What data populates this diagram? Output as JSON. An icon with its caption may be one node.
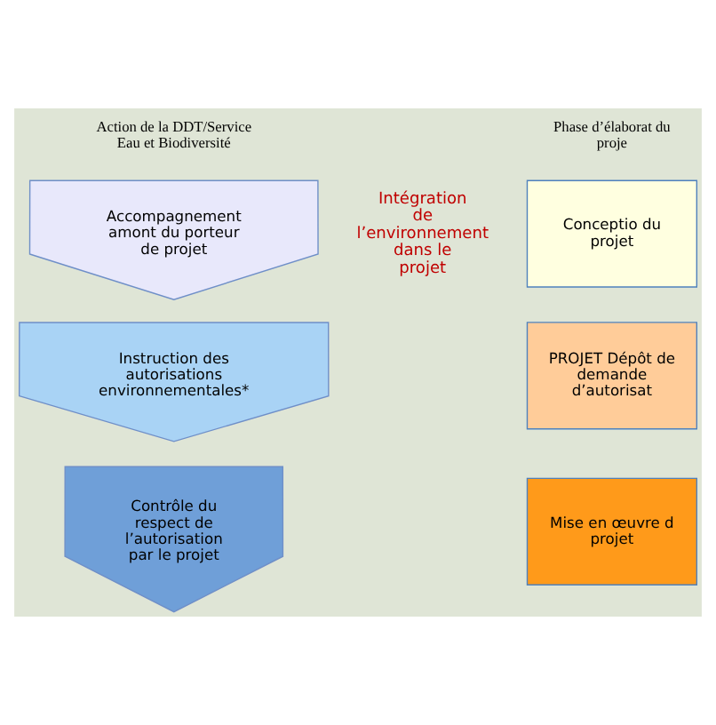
{
  "diagram": {
    "nodes": [
      {
        "text": [
          "Accompagnement amont du porteur de projet"
        ]
      },
      {
        "text": [
          "Instruction des autorisations environnementales*"
        ]
      },
      {
        "text": [
          "Contrôle du respect de l’autorisation par le projet"
        ]
      },
      {
        "text": [
          "Conceptio du projet"
        ]
      },
      {
        "text": [
          "PROJET Dépôt de demande d’autorisat"
        ]
      },
      {
        "text": [
          "Mise en œuvre d projet"
        ]
      }
    ],
    "edges": [],
    "labels": [
      "Action de la DDT/Service Eau et Biodiversité",
      "Intégration de l’environnement dans le projet",
      "Phase d’élaborat du proje"
    ]
  }
}
